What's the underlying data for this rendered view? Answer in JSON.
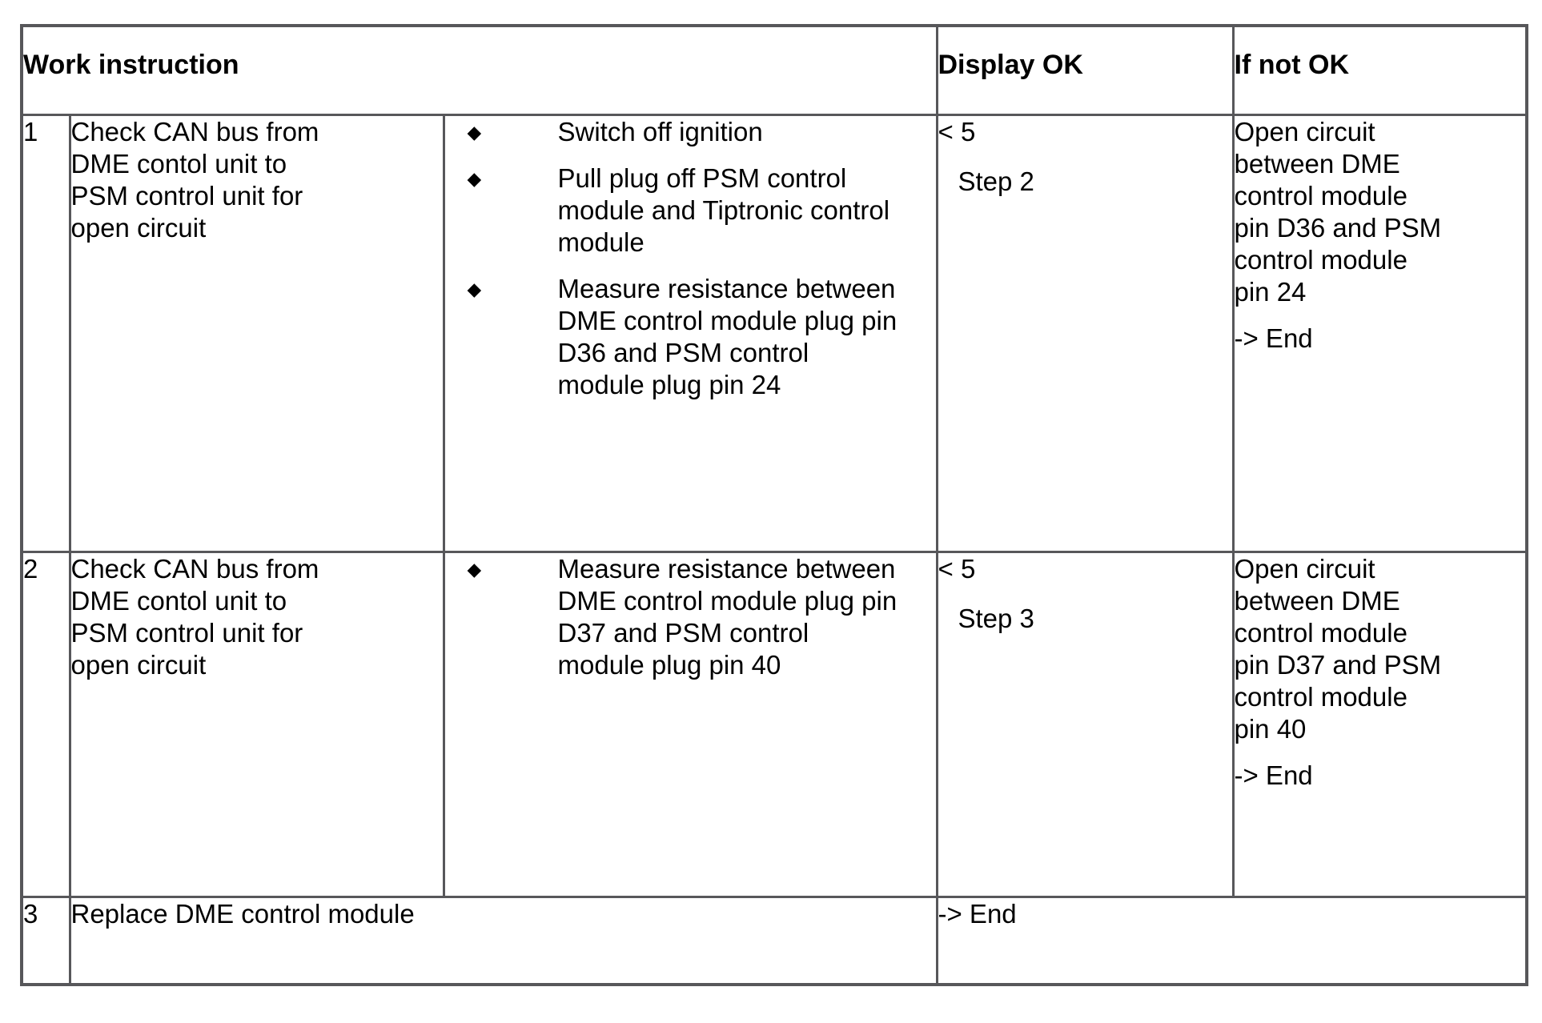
{
  "table": {
    "headers": {
      "work_instruction": "Work instruction",
      "display_ok": "Display OK",
      "if_not_ok": "If not OK"
    },
    "bullet_glyph": "◆",
    "rows": [
      {
        "step": "1",
        "description": "Check CAN bus from DME contol unit to PSM control unit for open circuit",
        "bullets": [
          "Switch off ignition",
          "Pull plug off PSM control module and Tiptronic control module",
          "Measure resistance between DME control module plug pin D36 and PSM control module plug pin 24"
        ],
        "display_ok": {
          "value": "< 5",
          "next": "Step 2"
        },
        "if_not_ok": {
          "text": "Open circuit between DME control module pin D36 and PSM control module pin 24",
          "action": "-> End"
        }
      },
      {
        "step": "2",
        "description": "Check CAN bus from DME contol unit to PSM control unit for open circuit",
        "bullets": [
          "Measure resistance between DME control module plug pin D37 and PSM control module plug pin 40"
        ],
        "display_ok": {
          "value": "< 5",
          "next": "Step 3"
        },
        "if_not_ok": {
          "text": "Open circuit between DME control module pin D37 and PSM control module pin 40",
          "action": "-> End"
        }
      },
      {
        "step": "3",
        "description": "Replace DME control module",
        "bullets": [],
        "display_ok": {
          "value": "-> End",
          "next": ""
        },
        "if_not_ok": {
          "text": "",
          "action": ""
        }
      }
    ],
    "colors": {
      "border": "#57575a",
      "text": "#000000",
      "background": "#ffffff"
    }
  }
}
